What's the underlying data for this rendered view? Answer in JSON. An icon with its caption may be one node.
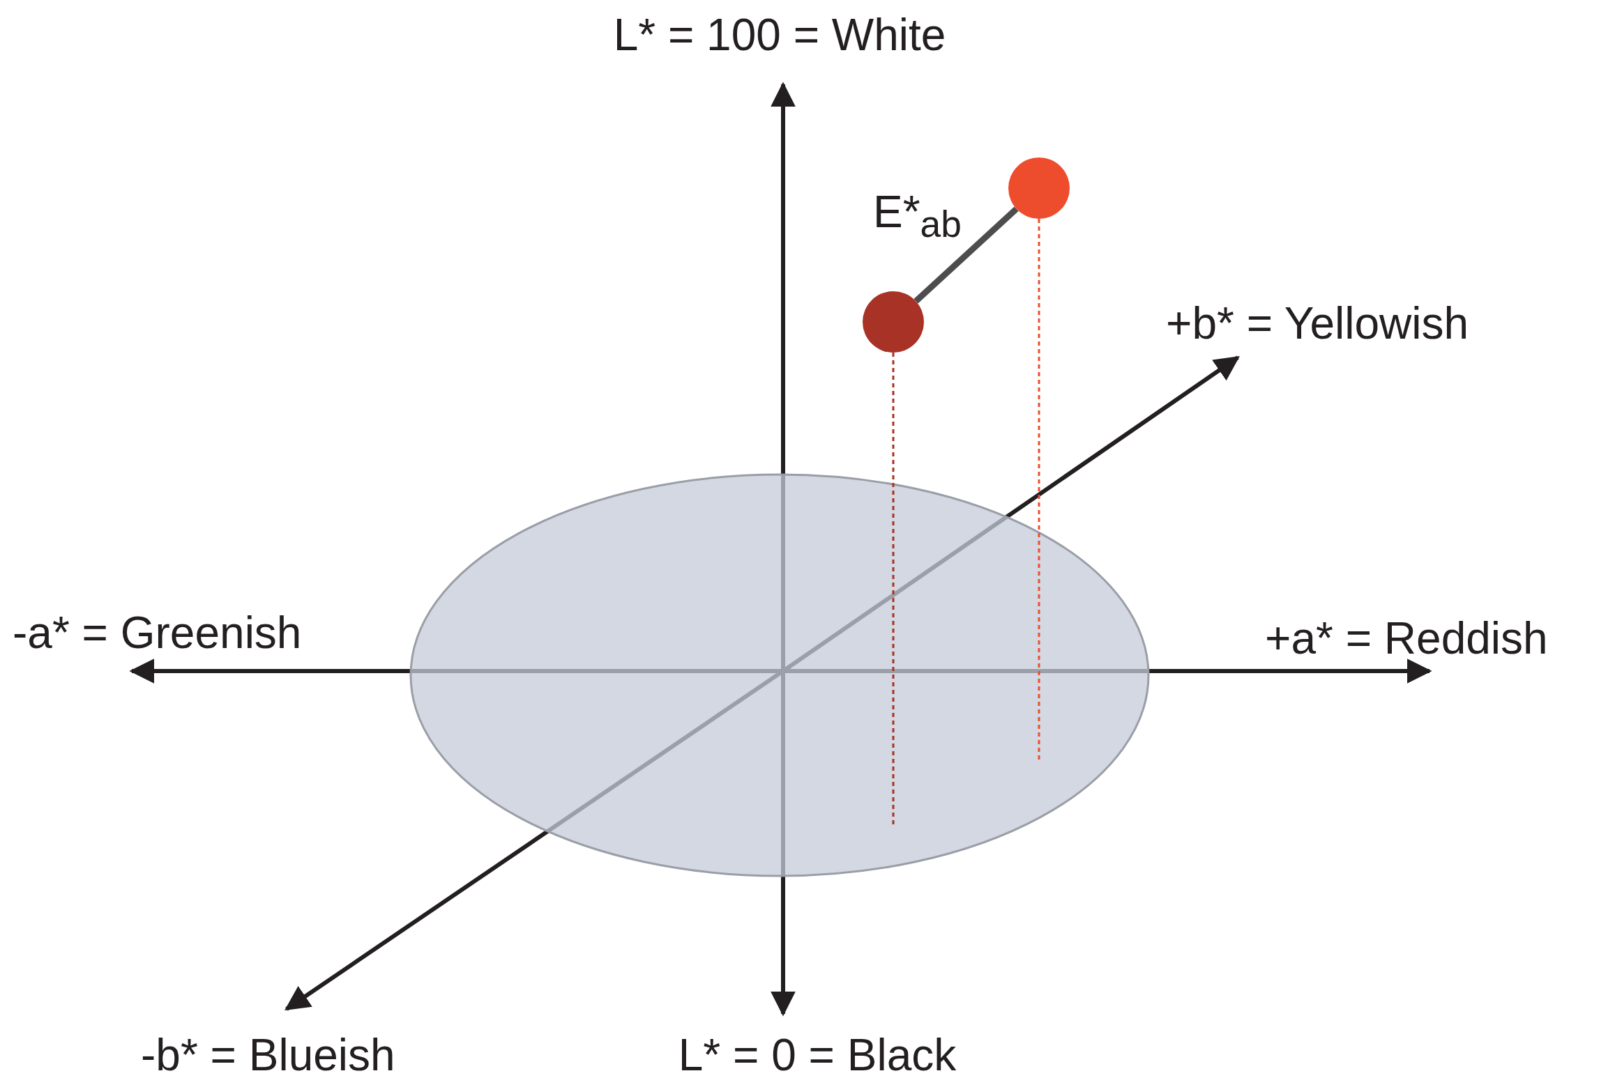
{
  "diagram": {
    "nodes": [
      {
        "text": [],
        "shape": "circle"
      },
      {
        "text": [],
        "shape": "circle"
      }
    ],
    "edges": [
      {
        "from": 0,
        "to": 1,
        "arrow": "none",
        "label": "E*$_{ab}$"
      }
    ],
    "labels": [
      "L* = 100 = White",
      "+b* = Yellowish",
      "-a* = Greenish",
      "+a* = Reddish",
      "-b* = Blueish",
      "L* = 0 = Black"
    ]
  }
}
